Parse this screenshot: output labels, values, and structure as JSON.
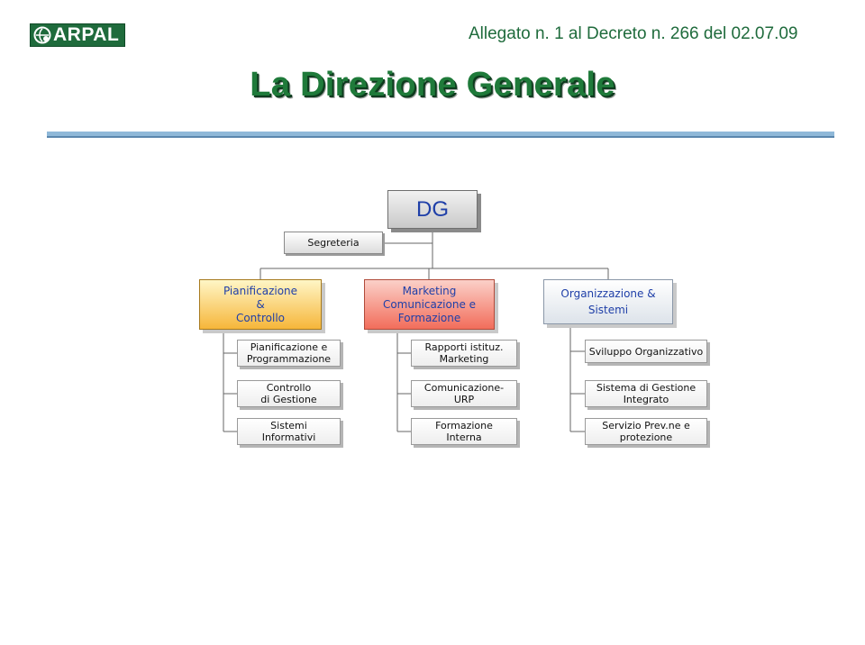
{
  "header": {
    "logo_text": "ARPAL",
    "decree": "Allegato n. 1  al Decreto n. 266  del 02.07.09"
  },
  "title": "La Direzione Generale",
  "org": {
    "dg": "DG",
    "segreteria": "Segreteria",
    "branches": [
      {
        "label": [
          "Pianificazione",
          "&",
          "Controllo"
        ],
        "units": [
          [
            "Pianificazione e",
            "Programmazione"
          ],
          [
            "Controllo",
            "di Gestione"
          ],
          [
            "Sistemi",
            "Informativi"
          ]
        ]
      },
      {
        "label": [
          "Marketing",
          "Comunicazione e",
          "Formazione"
        ],
        "units": [
          [
            "Rapporti istituz.",
            "Marketing"
          ],
          [
            "Comunicazione-",
            "URP"
          ],
          [
            "Formazione",
            "Interna"
          ]
        ]
      },
      {
        "label": [
          "Organizzazione &",
          "Sistemi"
        ],
        "units": [
          [
            "Sviluppo Organizzativo"
          ],
          [
            "Sistema di Gestione",
            "Integrato"
          ],
          [
            "Servizio Prev.ne e",
            "protezione"
          ]
        ]
      }
    ]
  },
  "colors": {
    "brand_green": "#1f6b3c",
    "title_green": "#1f7a3a",
    "text_blue": "#1f3fa8",
    "pianificazione_fill": "#f6b63a",
    "marketing_fill": "#f26d5b"
  }
}
